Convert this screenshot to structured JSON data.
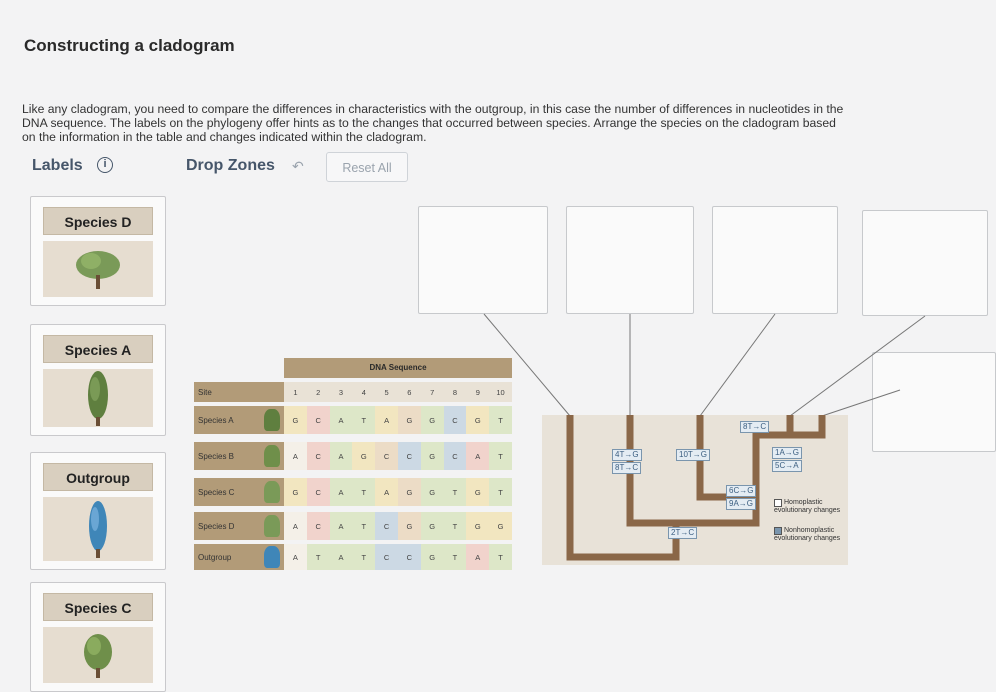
{
  "title": "Constructing a cladogram",
  "description": "Like any cladogram, you need to compare the differences in characteristics with the outgroup, in this case the number of differences in nucleotides in the DNA sequence. The labels on the phylogeny offer hints as to the changes that occurred between species. Arrange the species on the cladogram based on the information in the table and changes indicated within the cladogram.",
  "labels_heading": "Labels",
  "info_icon": "i",
  "dropzones_heading": "Drop Zones",
  "undo_icon": "↶",
  "reset_label": "Reset All",
  "cards": [
    {
      "name": "Species D",
      "tree_color": "#7a9a58"
    },
    {
      "name": "Species A",
      "tree_color": "#5f7f3f"
    },
    {
      "name": "Outgroup",
      "tree_color": "#3f86b8"
    },
    {
      "name": "Species C",
      "tree_color": "#6f8f4a"
    }
  ],
  "table": {
    "header": "DNA Sequence",
    "site_label": "Site",
    "sites": [
      "1",
      "2",
      "3",
      "4",
      "5",
      "6",
      "7",
      "8",
      "9",
      "10"
    ],
    "rows": [
      {
        "name": "Species A",
        "seq": [
          "G",
          "C",
          "A",
          "T",
          "A",
          "G",
          "G",
          "C",
          "G",
          "T"
        ]
      },
      {
        "name": "Species B",
        "seq": [
          "A",
          "C",
          "A",
          "G",
          "C",
          "C",
          "G",
          "C",
          "A",
          "T"
        ]
      },
      {
        "name": "Species C",
        "seq": [
          "G",
          "C",
          "A",
          "T",
          "A",
          "G",
          "G",
          "T",
          "G",
          "T"
        ]
      },
      {
        "name": "Species D",
        "seq": [
          "A",
          "C",
          "A",
          "T",
          "C",
          "G",
          "G",
          "T",
          "G",
          "G"
        ]
      },
      {
        "name": "Outgroup",
        "seq": [
          "A",
          "T",
          "A",
          "T",
          "C",
          "C",
          "G",
          "T",
          "A",
          "T"
        ]
      }
    ]
  },
  "tree_labels": {
    "b1": "8T→C",
    "b2a": "4T→G",
    "b2b": "8T→C",
    "b3": "10T→G",
    "b4a": "1A→G",
    "b4b": "5C→A",
    "b5a": "6C→G",
    "b5b": "9A→G",
    "b6": "2T→C"
  },
  "legend": {
    "homo": "Homoplastic evolutionary changes",
    "nonhomo": "Nonhomoplastic evolutionary changes"
  },
  "colors": {
    "branch": "#8a6748",
    "panel": "#e8e2d8",
    "label_bg": "#d9cfbf"
  }
}
